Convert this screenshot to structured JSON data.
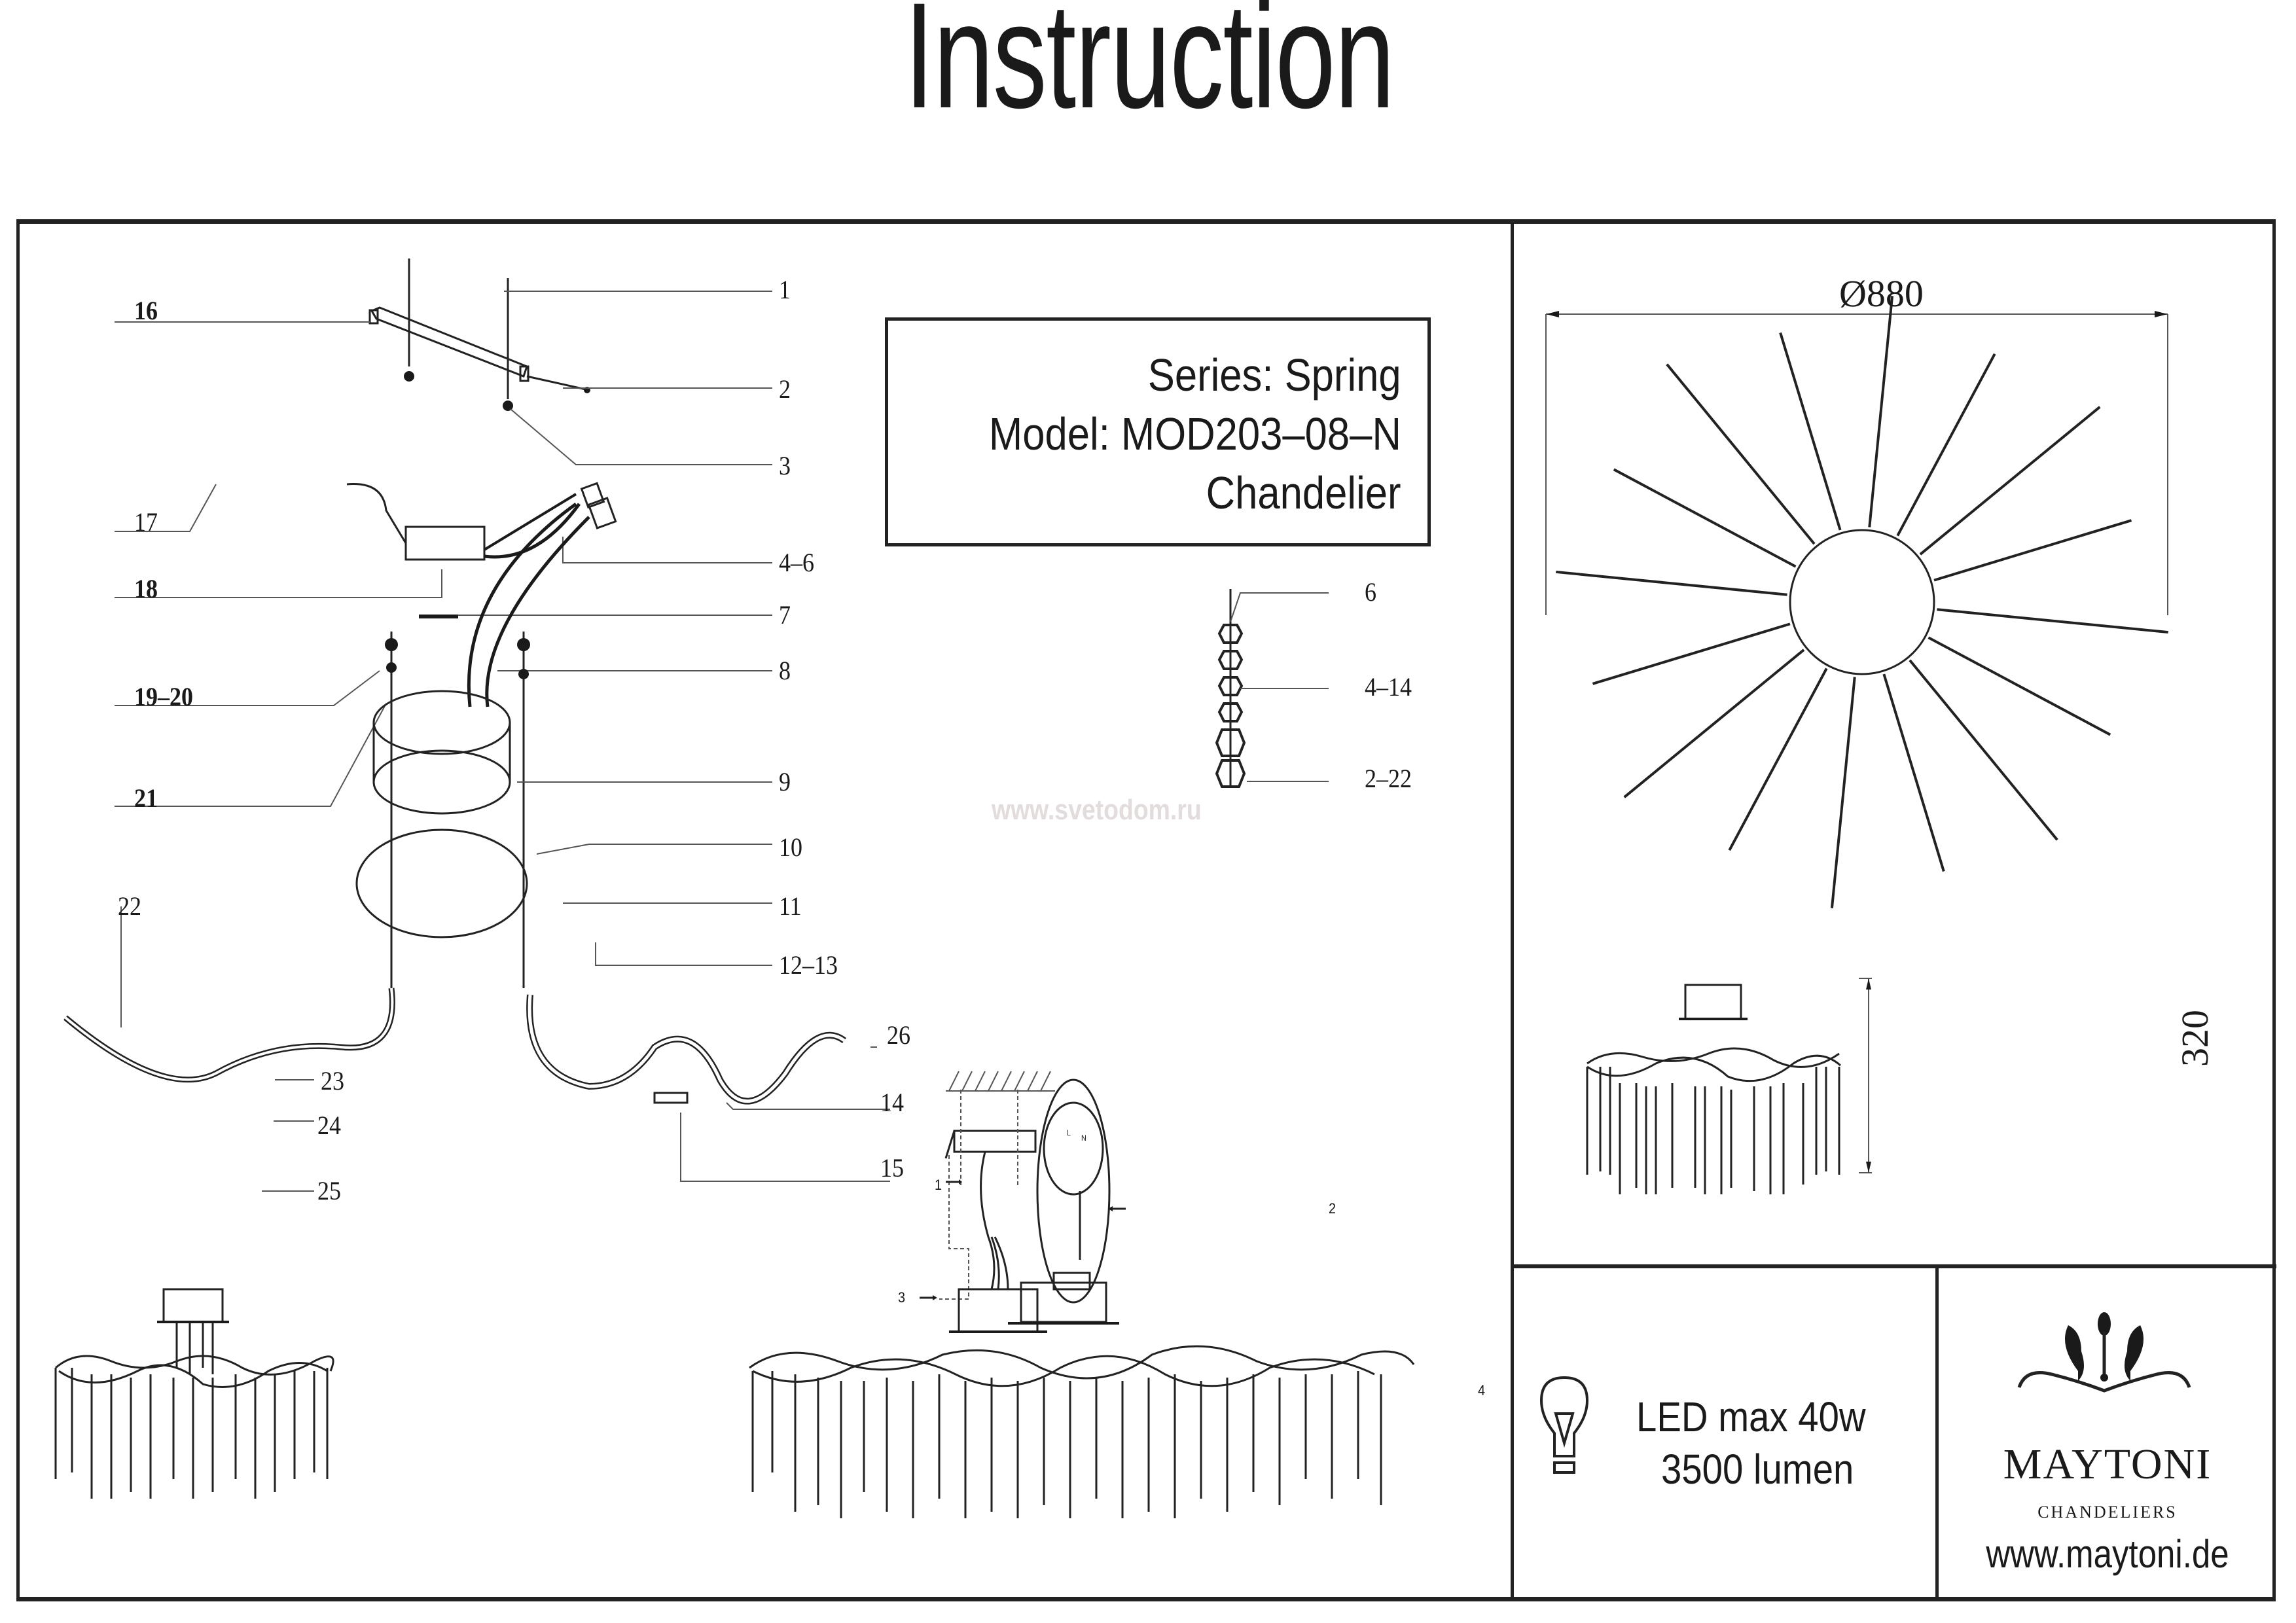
{
  "header": {
    "title": "Instruction"
  },
  "product": {
    "series_line": "Series: Spring",
    "model_line": "Model: MOD203–08–N",
    "type_line": "Chandelier"
  },
  "exploded_view": {
    "callouts": [
      {
        "id": "16",
        "label": "16"
      },
      {
        "id": "1",
        "label": "1"
      },
      {
        "id": "2",
        "label": "2"
      },
      {
        "id": "3",
        "label": "3"
      },
      {
        "id": "17",
        "label": "17"
      },
      {
        "id": "18",
        "label": "18"
      },
      {
        "id": "4-6",
        "label": "4–6"
      },
      {
        "id": "7",
        "label": "7"
      },
      {
        "id": "19-20",
        "label": "19–20"
      },
      {
        "id": "8",
        "label": "8"
      },
      {
        "id": "21",
        "label": "21"
      },
      {
        "id": "9",
        "label": "9"
      },
      {
        "id": "10",
        "label": "10"
      },
      {
        "id": "11",
        "label": "11"
      },
      {
        "id": "22",
        "label": "22"
      },
      {
        "id": "12-13",
        "label": "12–13"
      },
      {
        "id": "26",
        "label": "26"
      },
      {
        "id": "23",
        "label": "23"
      },
      {
        "id": "14",
        "label": "14"
      },
      {
        "id": "24",
        "label": "24"
      },
      {
        "id": "15",
        "label": "15"
      },
      {
        "id": "25",
        "label": "25"
      }
    ]
  },
  "crystal_strand": {
    "callouts": [
      {
        "id": "6",
        "label": "6"
      },
      {
        "id": "4-14",
        "label": "4–14"
      },
      {
        "id": "2-22",
        "label": "2–22"
      }
    ]
  },
  "watermark": "www.svetodom.ru",
  "installation_steps": {
    "callouts": [
      {
        "id": "1",
        "label": "1"
      },
      {
        "id": "2",
        "label": "2"
      },
      {
        "id": "3",
        "label": "3"
      },
      {
        "id": "4",
        "label": "4"
      }
    ],
    "terminal_labels": [
      "L",
      "N"
    ]
  },
  "dimensions": {
    "diameter": "Ø880",
    "height": "320"
  },
  "specs": {
    "icon": "light-bulb-icon",
    "power": "LED max 40w",
    "lumen": "3500 lumen"
  },
  "brand": {
    "name": "MAYTONI",
    "subtitle": "CHANDELIERS",
    "url": "www.maytoni.de",
    "logo": "chandelier-logo-icon"
  }
}
